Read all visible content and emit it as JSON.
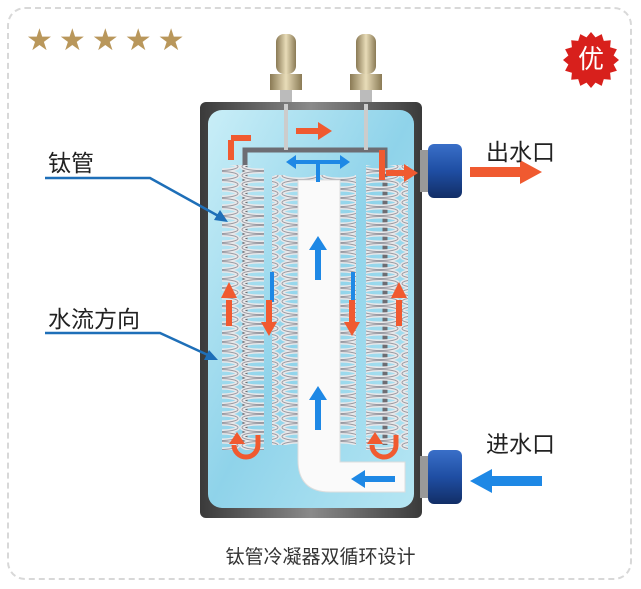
{
  "rating": {
    "stars": 5,
    "star_glyph": "★",
    "color": "#b9975b"
  },
  "badge": {
    "text": "优",
    "color": "#d8201c"
  },
  "labels": {
    "titanium_tube": "钛管",
    "flow_direction": "水流方向",
    "water_outlet": "出水口",
    "water_inlet": "进水口"
  },
  "caption": "钛管冷凝器双循环设计",
  "colors": {
    "hot_arrow": "#f05a30",
    "cold_arrow": "#1e88e5",
    "water": "#9fd8ea",
    "cap": "#1f4ea3"
  }
}
